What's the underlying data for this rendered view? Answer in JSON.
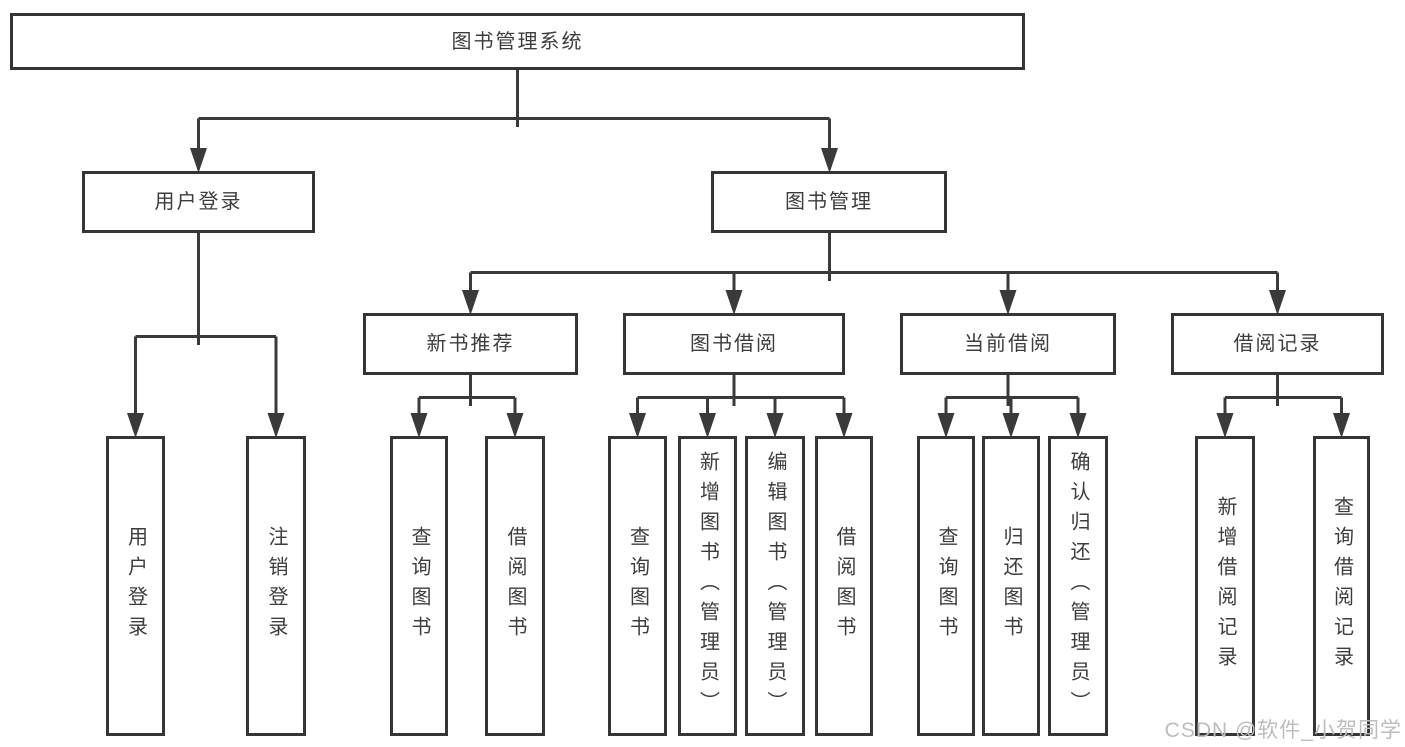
{
  "diagram": {
    "root": {
      "label": "图书管理系统"
    },
    "level2": [
      {
        "id": "user-login",
        "label": "用户登录"
      },
      {
        "id": "book-management",
        "label": "图书管理"
      }
    ],
    "level3": [
      {
        "id": "new-book-recommend",
        "label": "新书推荐"
      },
      {
        "id": "book-borrowing",
        "label": "图书借阅"
      },
      {
        "id": "current-borrowing",
        "label": "当前借阅"
      },
      {
        "id": "borrowing-records",
        "label": "借阅记录"
      }
    ],
    "leaves": [
      {
        "parent": "用户登录",
        "label": "用户登录"
      },
      {
        "parent": "用户登录",
        "label": "注销登录"
      },
      {
        "parent": "新书推荐",
        "label": "查询图书"
      },
      {
        "parent": "新书推荐",
        "label": "借阅图书"
      },
      {
        "parent": "图书借阅",
        "label": "查询图书"
      },
      {
        "parent": "图书借阅",
        "label": "新增图书（管理员）"
      },
      {
        "parent": "图书借阅",
        "label": "编辑图书（管理员）"
      },
      {
        "parent": "图书借阅",
        "label": "借阅图书"
      },
      {
        "parent": "当前借阅",
        "label": "查询图书"
      },
      {
        "parent": "当前借阅",
        "label": "归还图书"
      },
      {
        "parent": "当前借阅",
        "label": "确认归还（管理员）"
      },
      {
        "parent": "借阅记录",
        "label": "新增借阅记录"
      },
      {
        "parent": "借阅记录",
        "label": "查询借阅记录"
      }
    ],
    "watermark": "CSDN @软件_小贺同学",
    "colors": {
      "line": "#3a3a3a",
      "border": "#353535",
      "text": "#3d3d3d",
      "watermark": "#bdbdbd",
      "background": "#ffffff"
    }
  }
}
